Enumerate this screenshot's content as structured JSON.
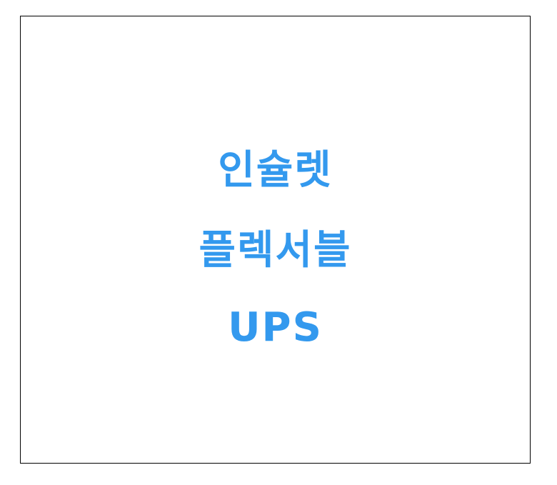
{
  "text_lines": [
    "인슐렛",
    "플렉서블",
    "UPS"
  ],
  "colors": {
    "text": "#3399ee",
    "border": "#000000",
    "background": "#ffffff"
  }
}
